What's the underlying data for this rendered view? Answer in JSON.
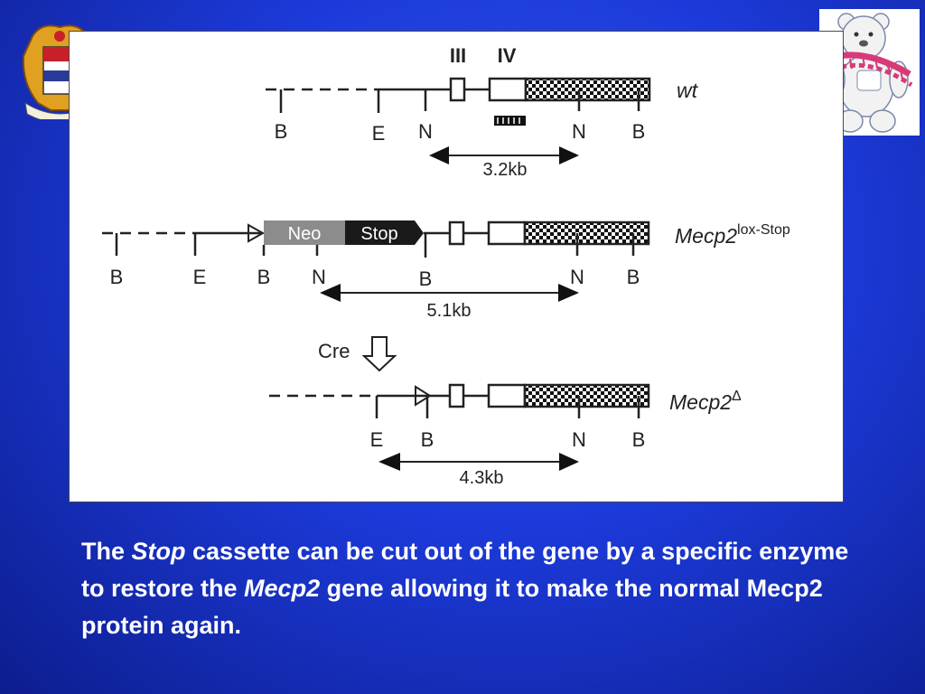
{
  "diagram": {
    "exon_labels": [
      "III",
      "IV"
    ],
    "wt": {
      "name": "wt",
      "sites": [
        "B",
        "E",
        "N",
        "N",
        "B"
      ],
      "fragment": "3.2kb"
    },
    "lox": {
      "name": "Mecp2",
      "superscript": "lox-Stop",
      "neo": "Neo",
      "stop": "Stop",
      "sites": [
        "B",
        "E",
        "B",
        "N",
        "B",
        "N",
        "B"
      ],
      "fragment": "5.1kb"
    },
    "cre": "Cre",
    "delta": {
      "name": "Mecp2",
      "superscript": "Δ",
      "sites": [
        "E",
        "B",
        "N",
        "B"
      ],
      "fragment": "4.3kb"
    }
  },
  "caption": {
    "p1": "The ",
    "stop": "Stop",
    "p2": " cassette can be cut out of the gene by a specific enzyme to restore the ",
    "mecp2": "Mecp2",
    "p3": " gene allowing it to make the normal Mecp2 protein again."
  },
  "colors": {
    "background": "#1c3ad9",
    "neo_box": "#8c8c8c",
    "stop_box": "#1a1a1a"
  },
  "icons": [
    "university-crest-icon",
    "teddy-bear-icon"
  ]
}
